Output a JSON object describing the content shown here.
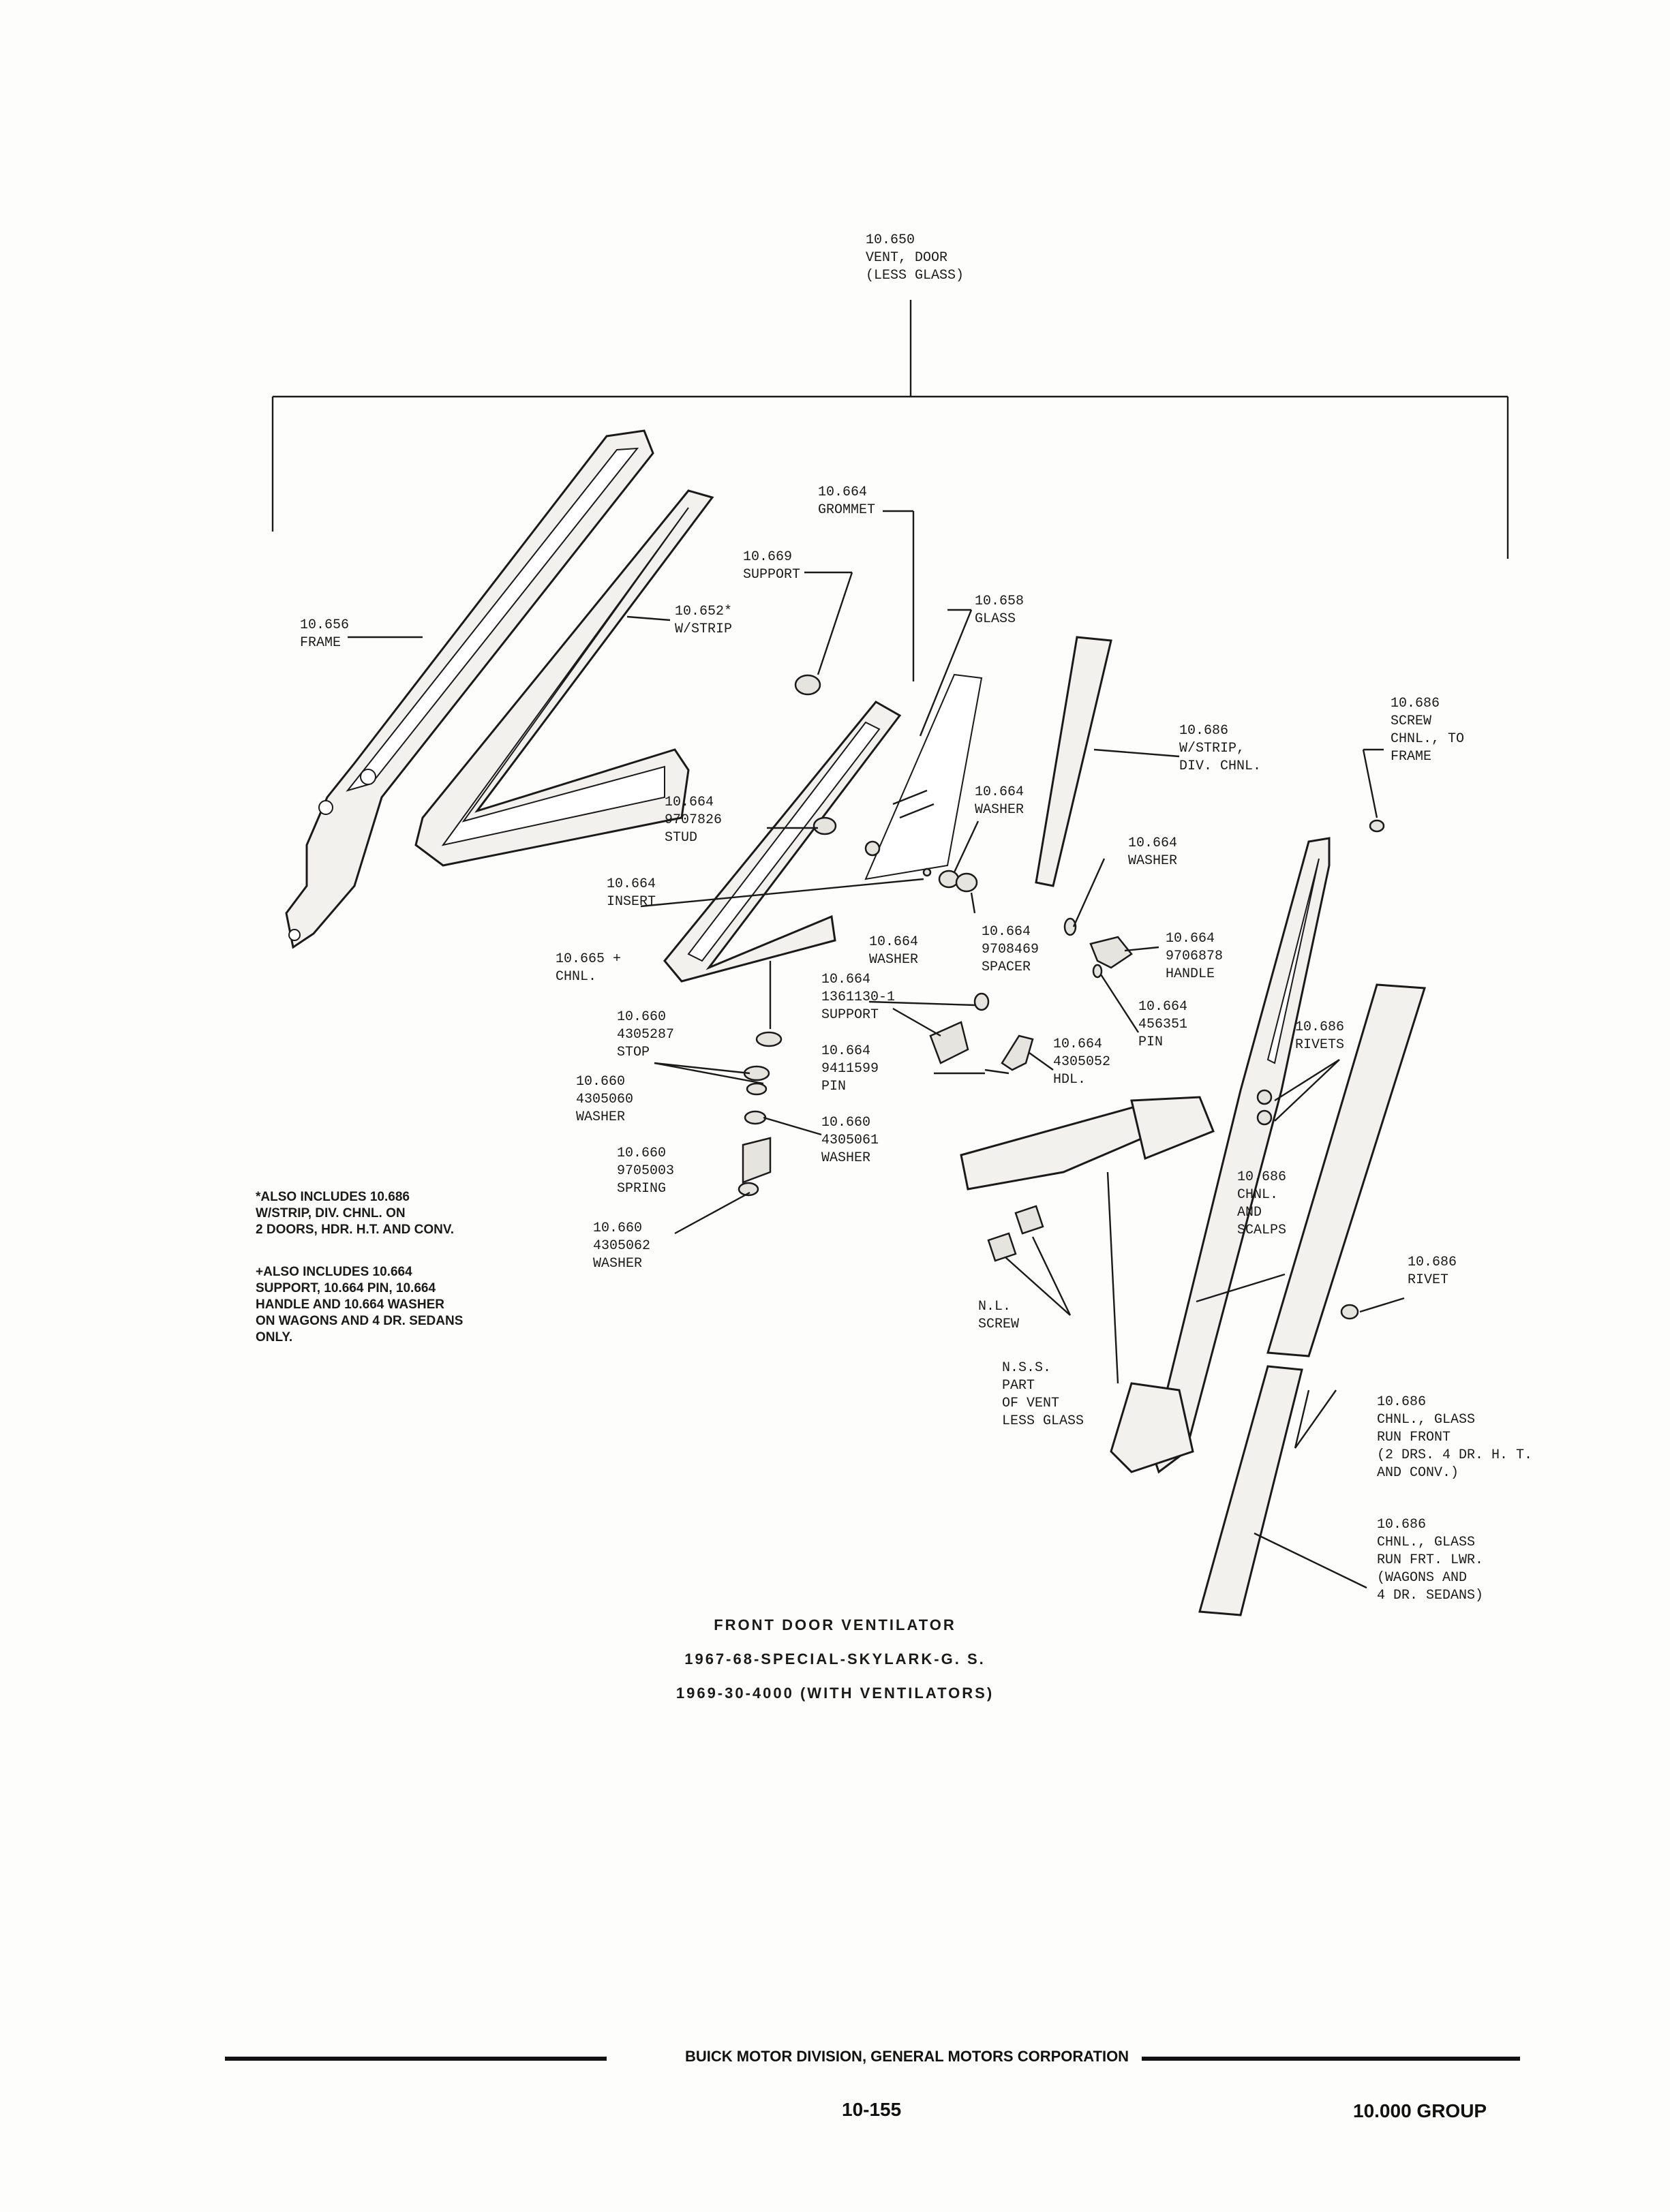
{
  "labels": {
    "vent_door": "10.650\nVENT, DOOR\n(LESS GLASS)",
    "frame": "10.656\nFRAME",
    "wstrip": "10.652*\nW/STRIP",
    "grommet": "10.664\nGROMMET",
    "support_669": "10.669\nSUPPORT",
    "glass": "10.658\nGLASS",
    "wstrip_div": "10.686\nW/STRIP,\nDIV. CHNL.",
    "screw_chnl": "10.686\nSCREW\nCHNL., TO\nFRAME",
    "stud": "10.664\n9707826\nSTUD",
    "washer_664_a": "10.664\nWASHER",
    "insert": "10.664\nINSERT",
    "chnl_665": "10.665 +\nCHNL.",
    "spacer": "10.664\n9708469\nSPACER",
    "washer_664_b": "10.664\nWASHER",
    "handle": "10.664\n9706878\nHANDLE",
    "washer_664_c": "10.664\nWASHER",
    "support_664": "10.664\n1361130-1\nSUPPORT",
    "pin_456351": "10.664\n456351\nPIN",
    "stop": "10.660\n4305287\nSTOP",
    "pin_9411599": "10.664\n9411599\nPIN",
    "hdl": "10.664\n4305052\nHDL.",
    "rivets": "10.686\nRIVETS",
    "washer_4305060": "10.660\n4305060\nWASHER",
    "washer_4305061": "10.660\n4305061\nWASHER",
    "spring": "10.660\n9705003\nSPRING",
    "washer_4305062": "10.660\n4305062\nWASHER",
    "chnl_scalps": "10.686\nCHNL.\nAND\nSCALPS",
    "rivet": "10.686\nRIVET",
    "nl_screw": "N.L.\nSCREW",
    "nss_part": "N.S.S.\nPART\nOF VENT\nLESS GLASS",
    "glass_run_front": "10.686\nCHNL., GLASS\nRUN FRONT\n(2 DRS. 4 DR. H. T.\nAND CONV.)",
    "glass_run_lwr": "10.686\nCHNL., GLASS\nRUN FRT. LWR.\n(WAGONS AND\n4 DR. SEDANS)"
  },
  "notes": {
    "note1": "*ALSO INCLUDES 10.686\nW/STRIP, DIV. CHNL. ON\n2 DOORS, HDR. H.T. AND CONV.",
    "note2": "+ALSO INCLUDES 10.664\nSUPPORT, 10.664 PIN, 10.664\nHANDLE AND 10.664 WASHER\nON WAGONS AND 4 DR. SEDANS\nONLY."
  },
  "caption": {
    "line1": "FRONT DOOR VENTILATOR",
    "line2": "1967-68-SPECIAL-SKYLARK-G. S.",
    "line3": "1969-30-4000 (WITH VENTILATORS)"
  },
  "footer": {
    "division": "BUICK MOTOR DIVISION, GENERAL MOTORS CORPORATION",
    "page_number": "10-155",
    "group": "10.000 GROUP"
  }
}
